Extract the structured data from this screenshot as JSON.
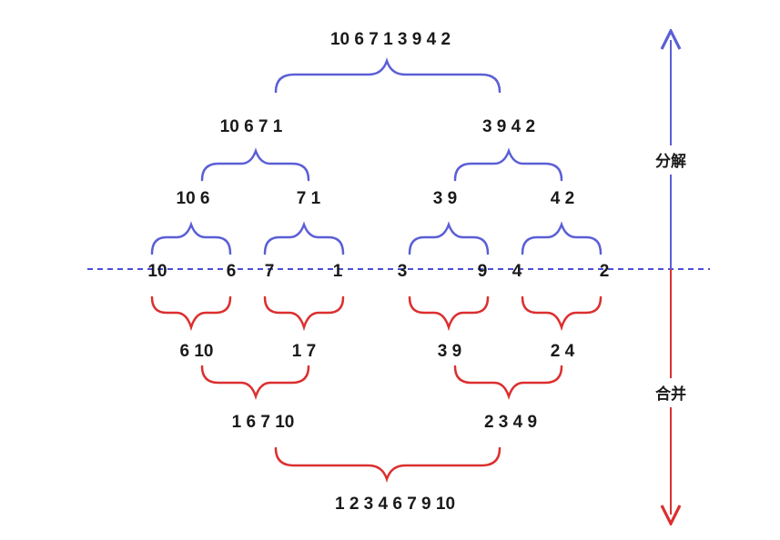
{
  "colors": {
    "split": "#5b5fd6",
    "merge": "#dc2f2f",
    "text": "#1a1a1a",
    "divider": "#4a4fd6"
  },
  "side_labels": {
    "split": "分解",
    "merge": "合并"
  },
  "split": {
    "level0": "10 6 7 1 3 9 4 2",
    "level1": [
      "10 6 7 1",
      "3 9 4 2"
    ],
    "level2": [
      "10 6",
      "7 1",
      "3 9",
      "4 2"
    ]
  },
  "leaves": [
    "10",
    "6",
    "7",
    "1",
    "3",
    "9",
    "4",
    "2"
  ],
  "merge": {
    "level1": [
      "6 10",
      "1 7",
      "3 9",
      "2 4"
    ],
    "level2": [
      "1 6 7 10",
      "2 3 4 9"
    ],
    "level3": "1 2 3 4 6 7 9 10"
  }
}
